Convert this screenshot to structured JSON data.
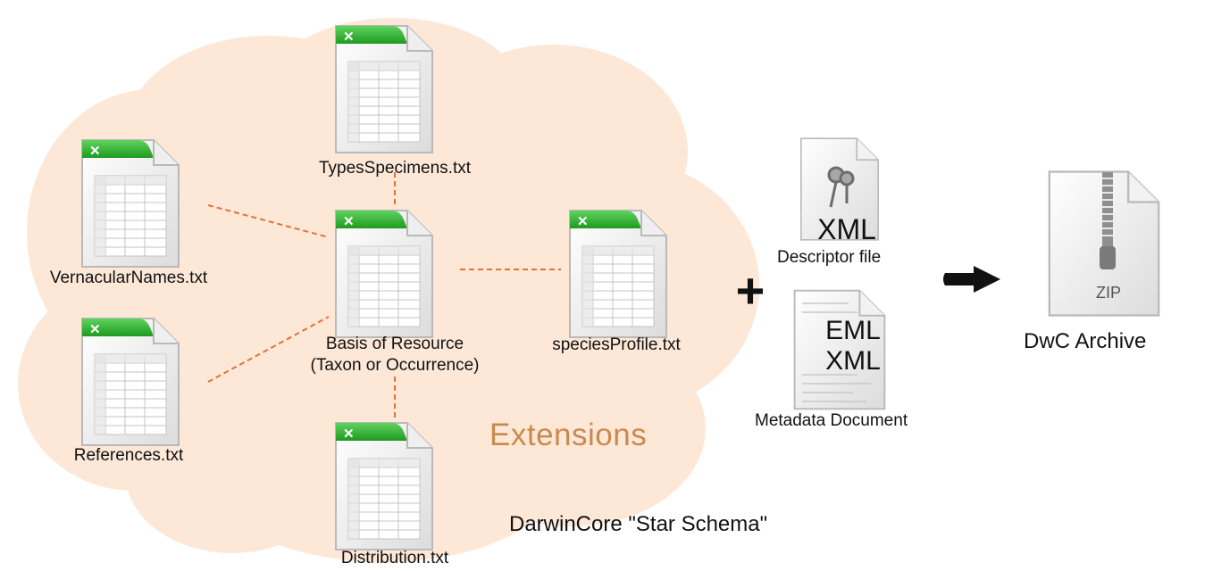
{
  "files": {
    "types_specimens": "TypesSpecimens.txt",
    "vernacular_names": "VernacularNames.txt",
    "references": "References.txt",
    "core_line1": "Basis of Resource",
    "core_line2": "(Taxon or Occurrence)",
    "species_profile": "speciesProfile.txt",
    "distribution": "Distribution.txt"
  },
  "extensions_label": "Extensions",
  "schema_caption": "DarwinCore \"Star Schema\"",
  "plus_sign": "+",
  "descriptor": {
    "icon_text": "XML",
    "caption": "Descriptor file"
  },
  "metadata": {
    "icon_line1": "EML",
    "icon_line2": "XML",
    "caption": "Metadata Document"
  },
  "archive": {
    "icon_text": "ZIP",
    "caption": "DwC Archive"
  },
  "colors": {
    "cloud": "#fde8d8",
    "connector": "#e2713a",
    "spreadsheet_header": "#2eb82e",
    "extensions_text": "#c98a4e"
  }
}
